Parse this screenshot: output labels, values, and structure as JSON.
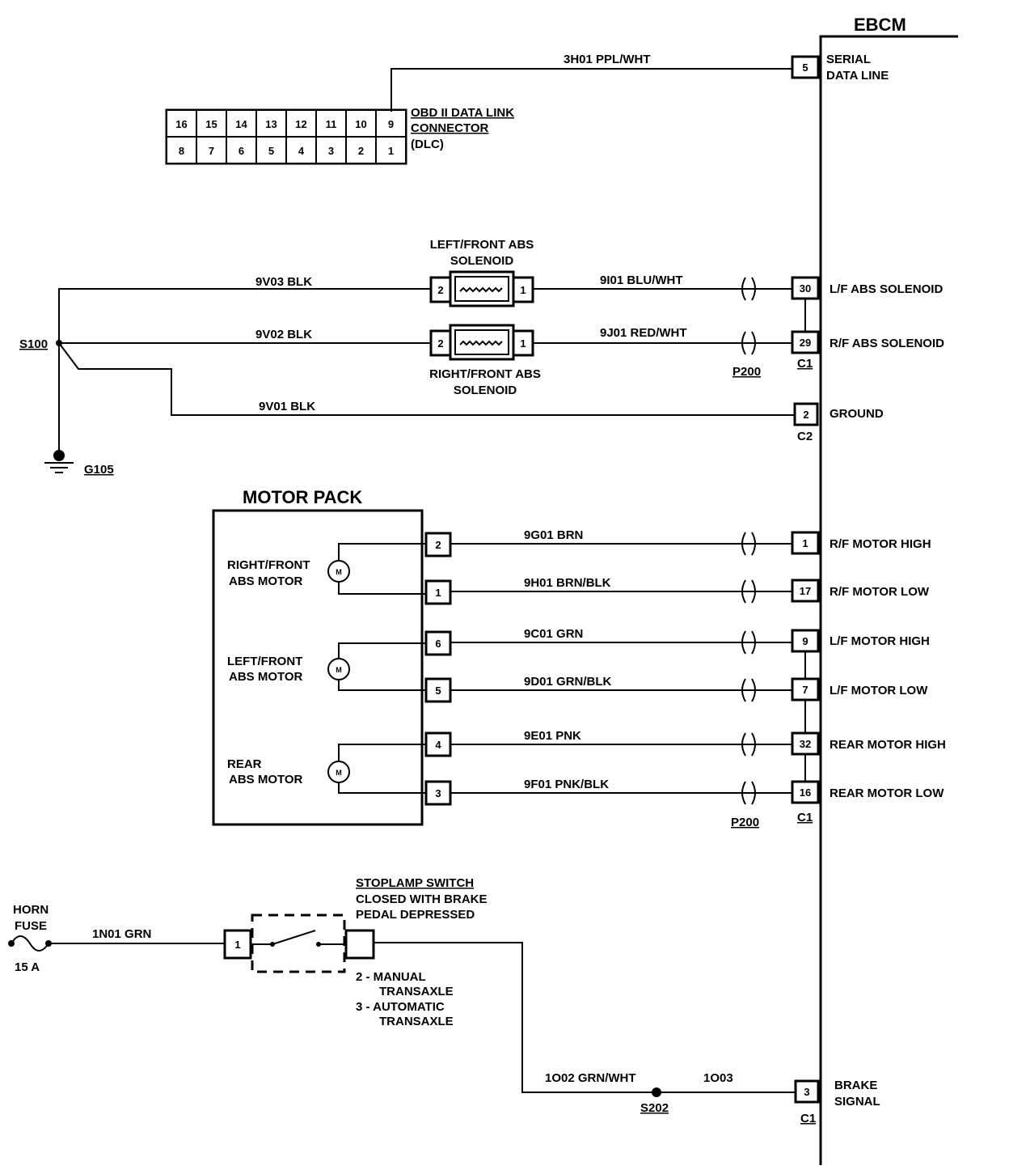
{
  "ebcm": {
    "title": "EBCM",
    "serial_pin": "5",
    "serial_label_1": "SERIAL",
    "serial_label_2": "DATA LINE",
    "lf_sol_pin": "30",
    "lf_sol_label": "L/F ABS SOLENOID",
    "rf_sol_pin": "29",
    "rf_sol_label": "R/F ABS SOLENOID",
    "c1_a": "C1",
    "ground_pin": "2",
    "ground_label": "GROUND",
    "c2": "C2",
    "rf_high_pin": "1",
    "rf_high_label": "R/F MOTOR HIGH",
    "rf_low_pin": "17",
    "rf_low_label": "R/F MOTOR LOW",
    "lf_high_pin": "9",
    "lf_high_label": "L/F MOTOR HIGH",
    "lf_low_pin": "7",
    "lf_low_label": "L/F MOTOR LOW",
    "rear_high_pin": "32",
    "rear_high_label": "REAR MOTOR HIGH",
    "rear_low_pin": "16",
    "rear_low_label": "REAR MOTOR LOW",
    "c1_b": "C1",
    "brake_pin": "3",
    "brake_label_1": "BRAKE",
    "brake_label_2": "SIGNAL",
    "c1_c": "C1"
  },
  "dlc": {
    "top_pins": [
      "16",
      "15",
      "14",
      "13",
      "12",
      "11",
      "10",
      "9"
    ],
    "bottom_pins": [
      "8",
      "7",
      "6",
      "5",
      "4",
      "3",
      "2",
      "1"
    ],
    "label_1": "OBD II DATA LINK",
    "label_2": "CONNECTOR",
    "label_3": "(DLC)"
  },
  "wires": {
    "serial": "3H01 PPL/WHT",
    "sol_lf_gnd": "9V03 BLK",
    "sol_rf_gnd": "9V02 BLK",
    "ebcm_gnd": "9V01 BLK",
    "sol_lf": "9I01 BLU/WHT",
    "sol_rf": "9J01 RED/WHT",
    "rf_high": "9G01 BRN",
    "rf_low": "9H01 BRN/BLK",
    "lf_high": "9C01 GRN",
    "lf_low": "9D01 GRN/BLK",
    "rear_high": "9E01 PNK",
    "rear_low": "9F01 PNK/BLK",
    "horn_feed": "1N01 GRN",
    "brake_a": "1O02 GRN/WHT",
    "brake_b": "1O03"
  },
  "solenoids": {
    "lf_label_1": "LEFT/FRONT ABS",
    "lf_label_2": "SOLENOID",
    "rf_label_1": "RIGHT/FRONT ABS",
    "rf_label_2": "SOLENOID",
    "lf_pin_left": "2",
    "lf_pin_right": "1",
    "rf_pin_left": "2",
    "rf_pin_right": "1"
  },
  "splices": {
    "s100": "S100",
    "g105": "G105",
    "p200_a": "P200",
    "p200_b": "P200",
    "s202": "S202"
  },
  "motor_pack": {
    "title": "MOTOR PACK",
    "rf_1": "RIGHT/FRONT",
    "rf_2": "ABS MOTOR",
    "lf_1": "LEFT/FRONT",
    "lf_2": "ABS MOTOR",
    "rear_1": "REAR",
    "rear_2": "ABS MOTOR",
    "motor_symbol": "M",
    "pins": [
      "2",
      "1",
      "6",
      "5",
      "4",
      "3"
    ]
  },
  "stoplamp": {
    "title": "STOPLAMP SWITCH",
    "desc_1": "CLOSED WITH BRAKE",
    "desc_2": "PEDAL DEPRESSED",
    "pin_in": "1",
    "note_1": "2 - MANUAL",
    "note_2": "TRANSAXLE",
    "note_3": "3 - AUTOMATIC",
    "note_4": "TRANSAXLE"
  },
  "fuse": {
    "label_1": "HORN",
    "label_2": "FUSE",
    "rating": "15 A"
  }
}
